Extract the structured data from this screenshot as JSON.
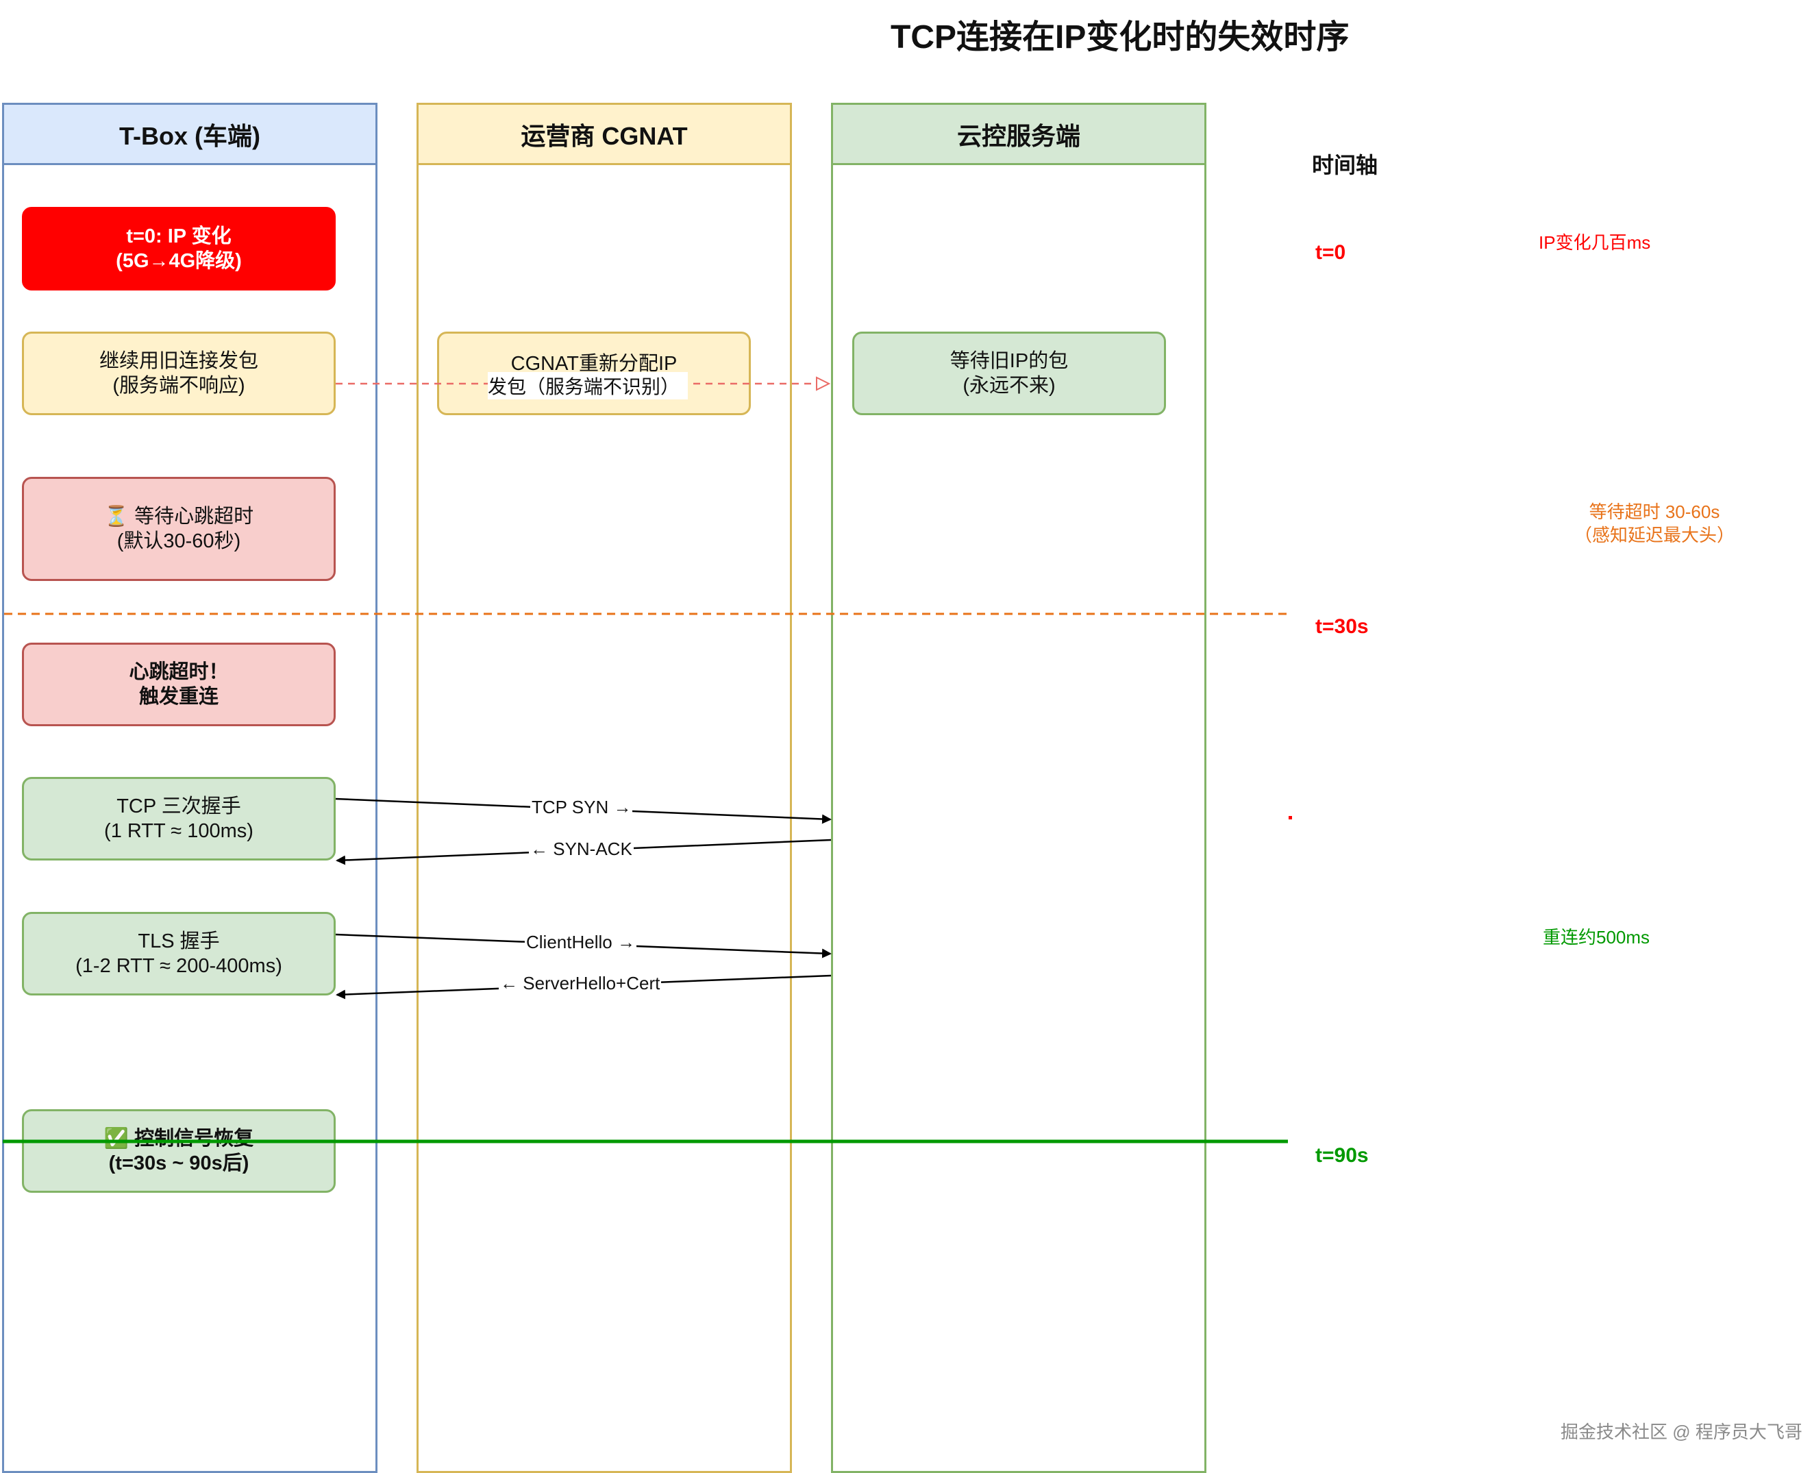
{
  "title": "TCP连接在IP变化时的失效时序",
  "lanes": {
    "tbox": "T-Box (车端)",
    "cgnat": "运营商 CGNAT",
    "cloud": "云控服务端"
  },
  "timeline": {
    "header": "时间轴",
    "t0": "t=0",
    "t30": "t=30s",
    "t90": "t=90s"
  },
  "notes": {
    "ip_change": "IP变化几百ms",
    "timeout": "等待超时 30-60s\n（感知延迟最大头）",
    "reconnect": "重连约500ms"
  },
  "boxes": {
    "ip_change": "t=0: IP 变化\n(5G→4G降级)",
    "old_conn": "继续用旧连接发包\n(服务端不响应)",
    "wait_hb": "⏳ 等待心跳超时\n(默认30-60秒)",
    "hb_timeout": "心跳超时！\n触发重连",
    "tcp_hs": "TCP 三次握手\n(1 RTT ≈ 100ms)",
    "tls_hs": "TLS 握手\n(1-2 RTT ≈ 200-400ms)",
    "restored": "✅ 控制信号恢复\n(t=30s ~ 90s后)",
    "cgnat_realloc_line1": "CGNAT重新分配IP",
    "cgnat_realloc_line2": "发包（服务端不识别）",
    "wait_old_ip": "等待旧IP的包\n(永远不来)"
  },
  "messages": {
    "syn": "TCP SYN →",
    "synack": "← SYN-ACK",
    "client_hello": "ClientHello →",
    "server_hello": "← ServerHello+Cert"
  },
  "watermark": "掘金技术社区 @ 程序员大飞哥",
  "colors": {
    "red": "#ff0000",
    "orange": "#e8731a",
    "green": "#009900",
    "dashed_pink": "#ea6b66"
  }
}
